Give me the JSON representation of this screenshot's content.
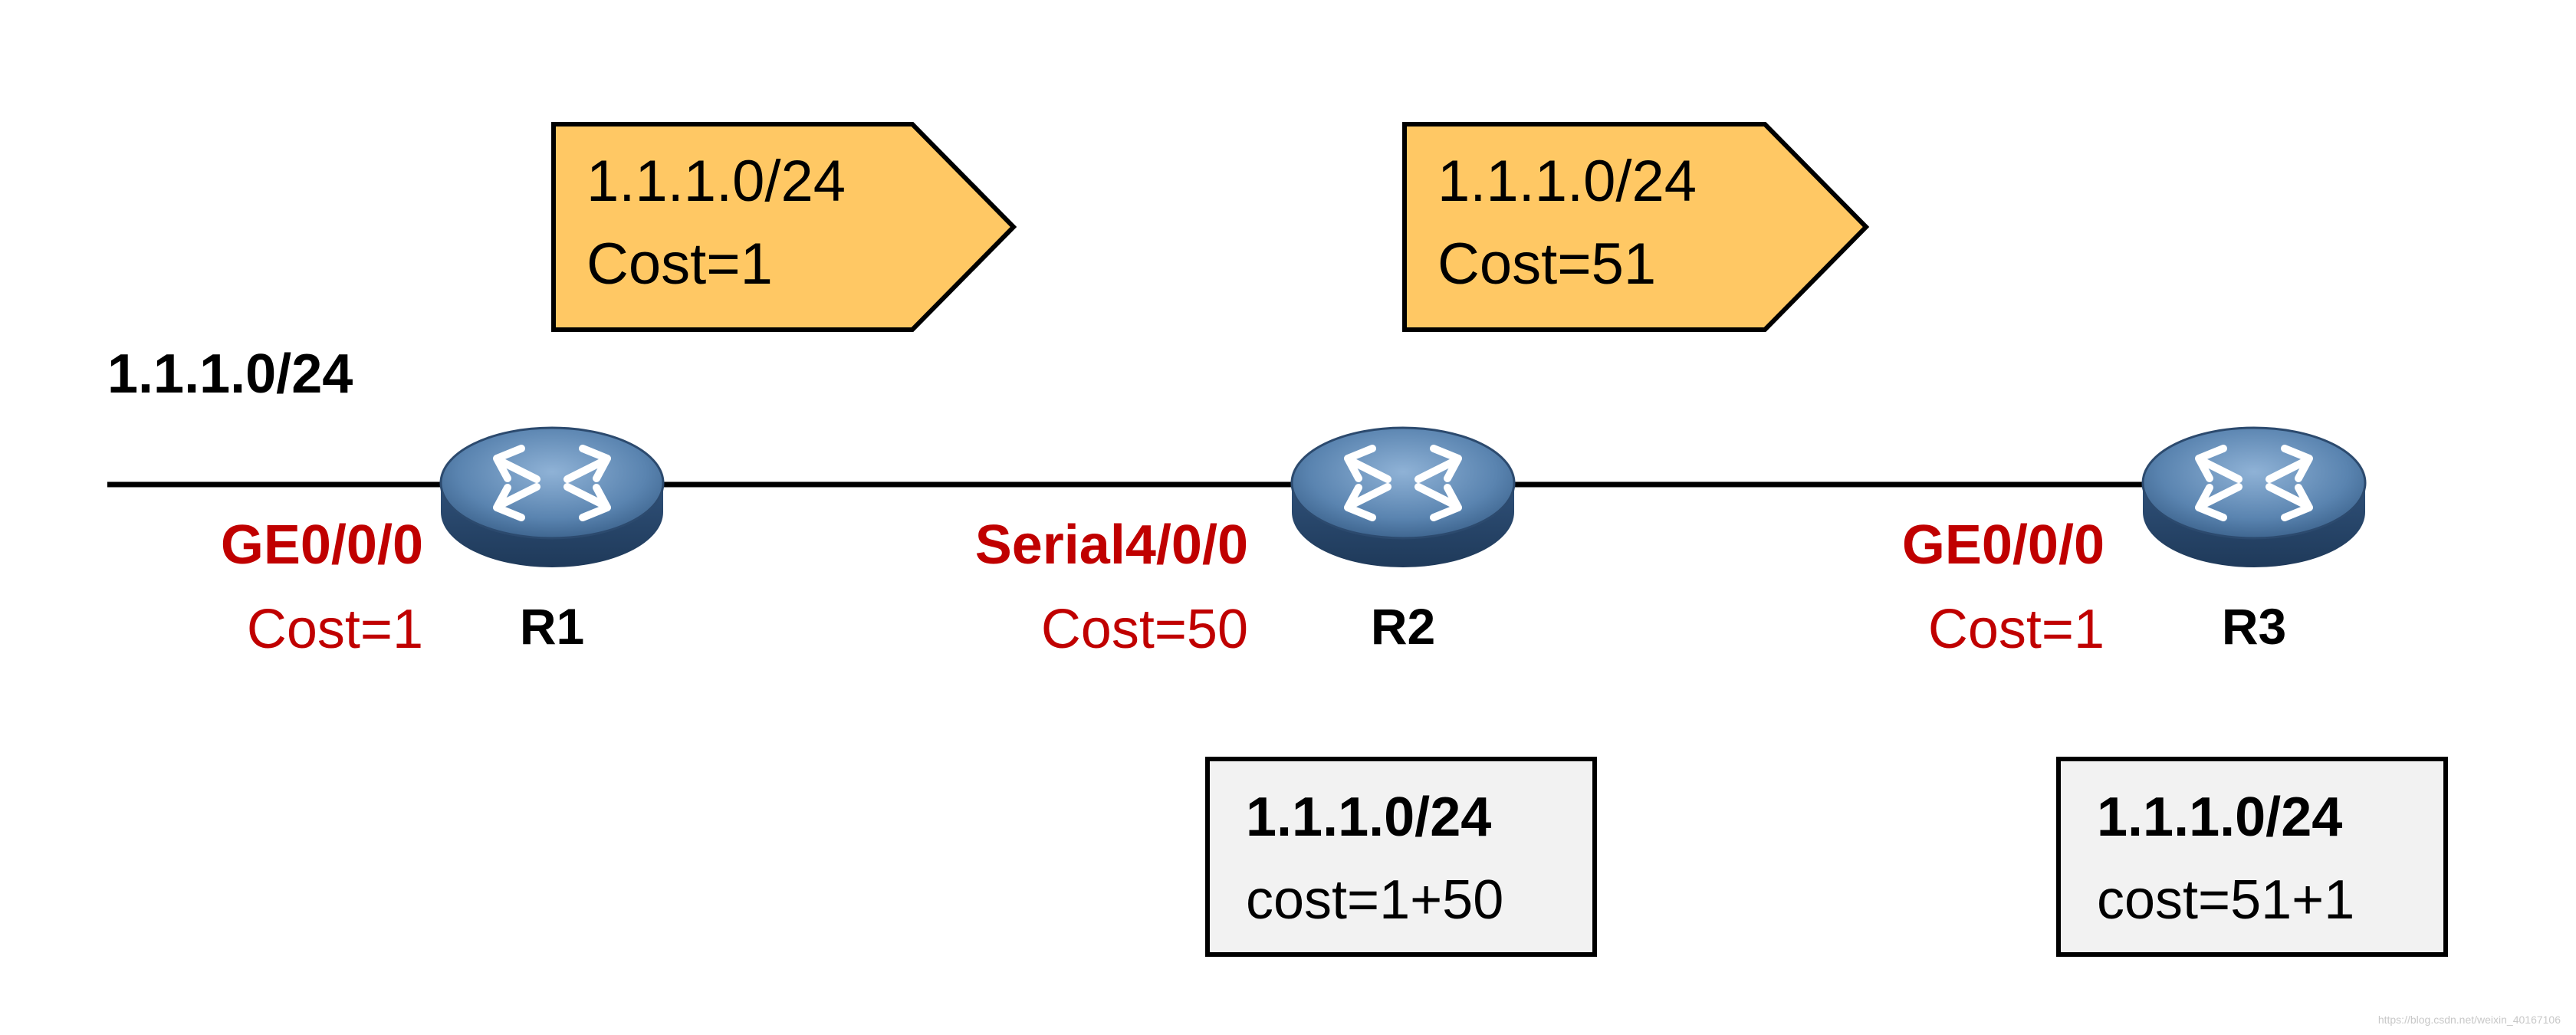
{
  "network": {
    "prefix": "1.1.1.0/24",
    "routers": [
      {
        "name": "R1"
      },
      {
        "name": "R2"
      },
      {
        "name": "R3"
      }
    ]
  },
  "interfaces": {
    "r1": {
      "name": "GE0/0/0",
      "cost": "Cost=1"
    },
    "r2": {
      "name": "Serial4/0/0",
      "cost": "Cost=50"
    },
    "r3": {
      "name": "GE0/0/0",
      "cost": "Cost=1"
    }
  },
  "advertisements": [
    {
      "prefix": "1.1.1.0/24",
      "cost": "Cost=1"
    },
    {
      "prefix": "1.1.1.0/24",
      "cost": "Cost=51"
    }
  ],
  "route_tables": {
    "r2": {
      "prefix": "1.1.1.0/24",
      "cost": "cost=1+50"
    },
    "r3": {
      "prefix": "1.1.1.0/24",
      "cost": "cost=51+1"
    }
  },
  "watermark": "https://blog.csdn.net/weixin_40167106",
  "colors": {
    "interface_label": "#c00000",
    "advert_fill": "#ffc864",
    "route_box_fill": "#f2f2f2",
    "router_body": "#3e6287",
    "router_top": "#5a84b0"
  },
  "icons": {
    "router": "router-icon"
  }
}
